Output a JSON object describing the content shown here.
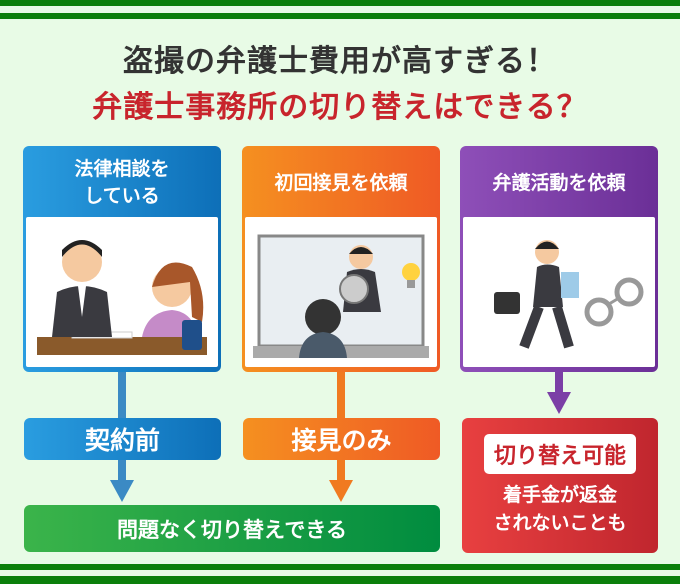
{
  "title": {
    "line1": "盗撮の弁護士費用が高すぎる！",
    "line2": "弁護士事務所の切り替えはできる？"
  },
  "columns": [
    {
      "header": "法律相談を\nしている",
      "result": "契約前",
      "color": "#1a7fc8"
    },
    {
      "header": "初回接見を依頼",
      "result": "接見のみ",
      "color": "#f07a20"
    },
    {
      "header": "弁護活動を依頼",
      "color": "#7b3fa6"
    }
  ],
  "outcome_ok": "問題なく切り替えできる",
  "outcome_red": {
    "badge": "切り替え可能",
    "note_line1": "着手金が返金",
    "note_line2": "されないことも"
  }
}
